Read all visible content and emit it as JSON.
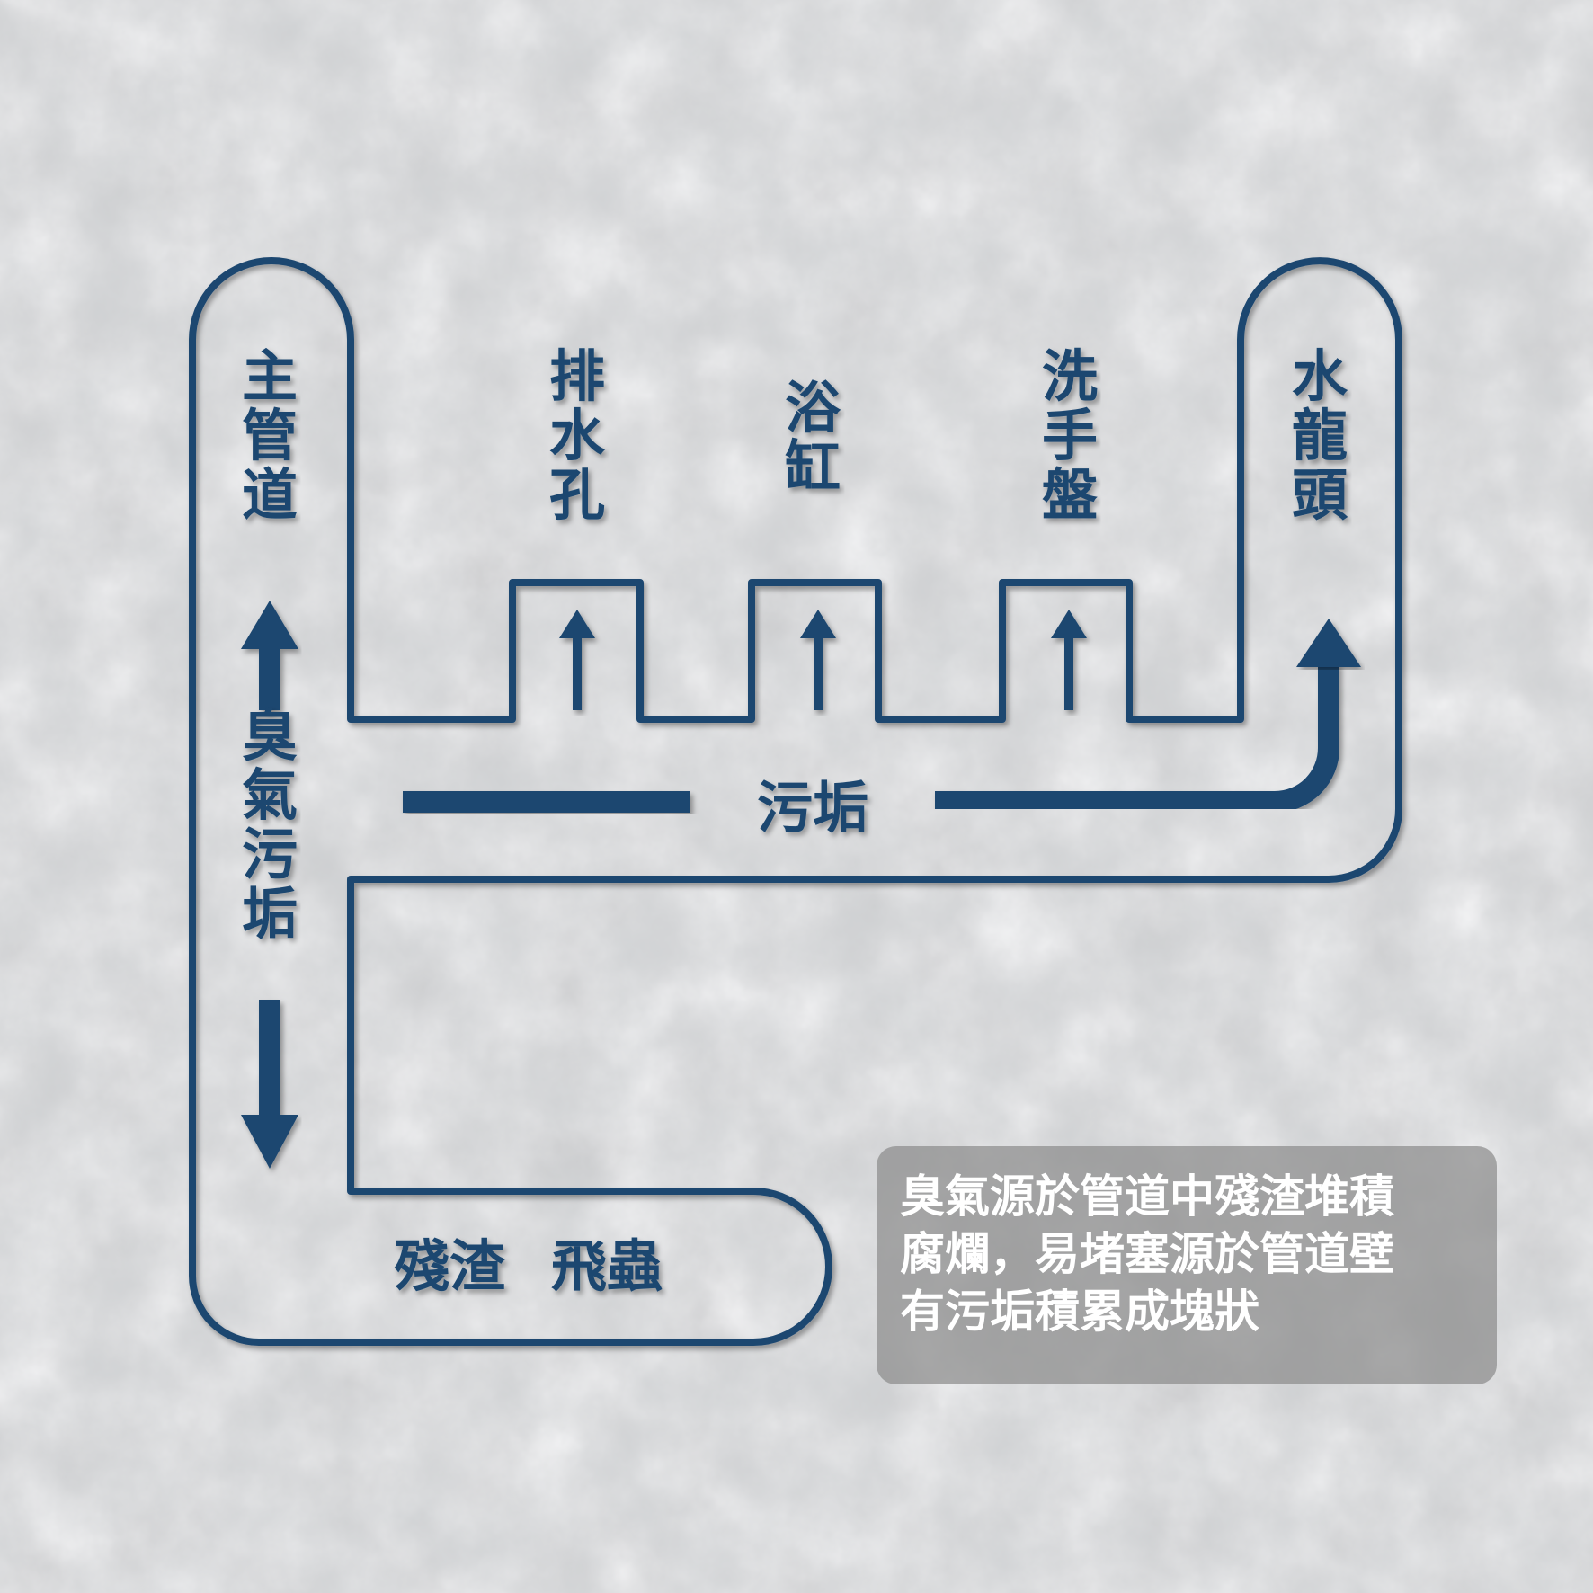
{
  "colors": {
    "navy": "#1b4670",
    "background": "#cfd1d3",
    "note_bg": "#8c8c8c",
    "note_text": "#ffffff"
  },
  "labels": {
    "main_pipe": "主管道",
    "drain_hole": "排水孔",
    "bathtub": "浴缸",
    "washbasin": "洗手盤",
    "faucet": "水龍頭",
    "odor_grime": "臭氣污垢",
    "grime": "污垢",
    "residue": "殘渣",
    "flying_insects": "飛蟲"
  },
  "note": {
    "lines": [
      "臭氣源於管道中殘渣堆積",
      "腐爛，易堵塞源於管道壁",
      "有污垢積累成塊狀"
    ]
  }
}
